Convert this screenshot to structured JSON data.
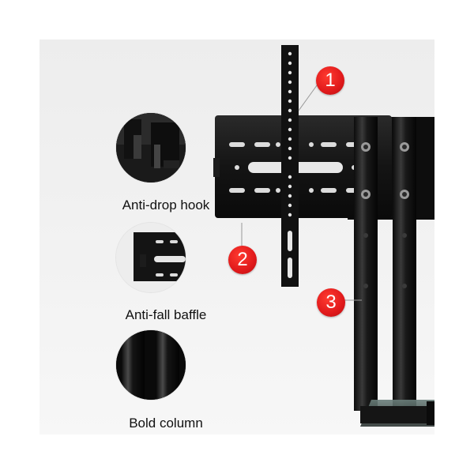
{
  "callouts": [
    {
      "label": "Anti-drop hook",
      "icon": "hook-closeup"
    },
    {
      "label": "Anti-fall baffle",
      "icon": "baffle-closeup"
    },
    {
      "label": "Bold column",
      "icon": "column-closeup"
    }
  ],
  "markers": [
    {
      "number": "1"
    },
    {
      "number": "2"
    },
    {
      "number": "3"
    }
  ],
  "colors": {
    "accent": "#e0191b",
    "metal": "#141414",
    "background": "#f0f0f0"
  }
}
